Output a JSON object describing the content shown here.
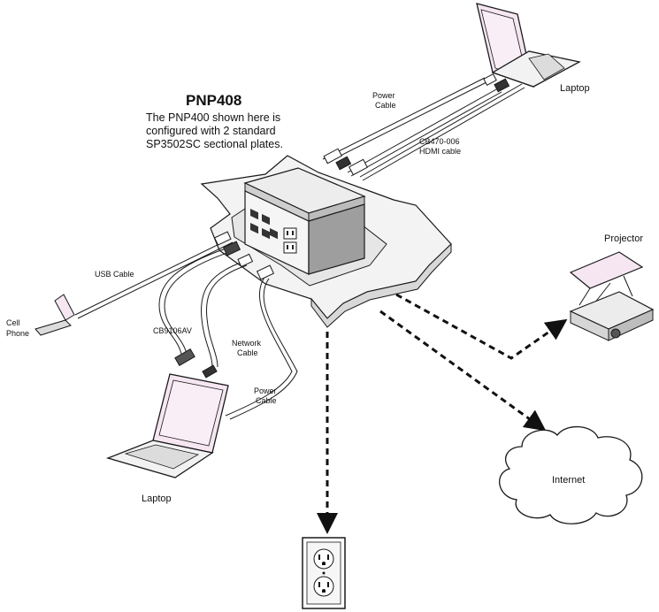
{
  "title": "PNP408",
  "description": [
    "The PNP400 shown here is",
    "configured with 2 standard",
    "SP3502SC sectional plates."
  ],
  "labels": {
    "laptop_top": "Laptop",
    "power_cable_top": [
      "Power",
      "Cable"
    ],
    "hdmi_cable": [
      "CB470-006",
      "HDMI cable"
    ],
    "projector": "Projector",
    "usb_cable": "USB Cable",
    "cell_phone": [
      "Cell",
      "Phone"
    ],
    "cb9106av": "CB9106AV",
    "network_cable": [
      "Network",
      "Cable"
    ],
    "power_cable_bottom": [
      "Power",
      "Cable"
    ],
    "laptop_bottom": "Laptop",
    "internet": "Internet"
  },
  "colors": {
    "screen_tint": "#f6e6f2",
    "line": "#1a1a1a",
    "fill_light": "#f2f2f2"
  }
}
